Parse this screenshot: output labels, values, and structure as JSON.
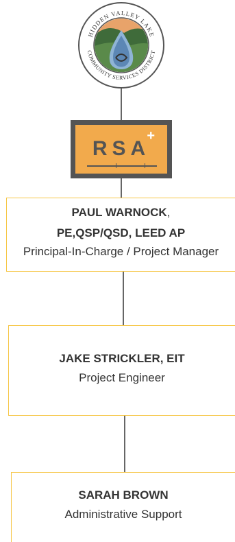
{
  "logo": {
    "ring_text": "HIDDEN VALLEY LAKE · COMMUNITY SERVICES DISTRICT",
    "top_text": "HIDDEN VALLEY LAKE",
    "bottom_text": "COMMUNITY SERVICES DISTRICT",
    "colors": {
      "ring": "#555555",
      "sky": "#e8a36a",
      "hills": "#3f6b3a",
      "water": "#8fb4d6",
      "drop": "#5c87b5"
    }
  },
  "firm": {
    "name": "RSA",
    "plus": "+",
    "colors": {
      "frame": "#545454",
      "fill": "#f2aa4c"
    }
  },
  "org": [
    {
      "name": "PAUL WARNOCK",
      "name_suffix": ",",
      "credentials": "PE,QSP/QSD, LEED AP",
      "role": "Principal-In-Charge / Project Manager"
    },
    {
      "name": "JAKE STRICKLER, EIT",
      "role": "Project Engineer"
    },
    {
      "name": "SARAH BROWN",
      "role": "Administrative Support"
    }
  ],
  "colors": {
    "card_border": "#f6c645",
    "connector": "#666666",
    "text": "#333333"
  }
}
